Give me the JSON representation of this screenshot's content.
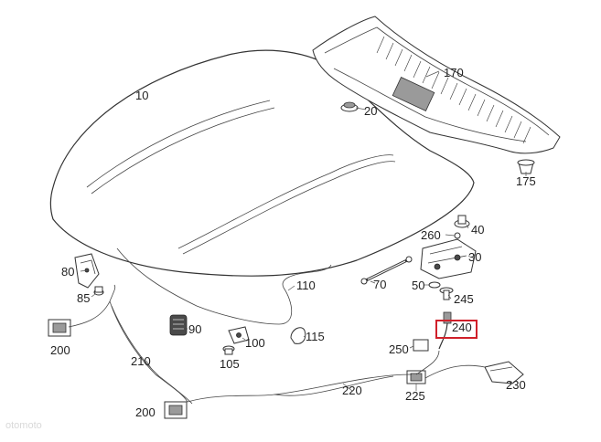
{
  "labels": {
    "p10": "10",
    "p20": "20",
    "p30": "30",
    "p40": "40",
    "p50": "50",
    "p70": "70",
    "p80": "80",
    "p85": "85",
    "p90": "90",
    "p100": "100",
    "p105": "105",
    "p110": "110",
    "p115": "115",
    "p170": "170",
    "p175": "175",
    "p200a": "200",
    "p200b": "200",
    "p210": "210",
    "p220": "220",
    "p225": "225",
    "p230": "230",
    "p240": "240",
    "p245": "245",
    "p250": "250",
    "p260": "260"
  },
  "highlight": {
    "part": "240",
    "color": "#d0202a"
  },
  "watermark": "otomoto"
}
